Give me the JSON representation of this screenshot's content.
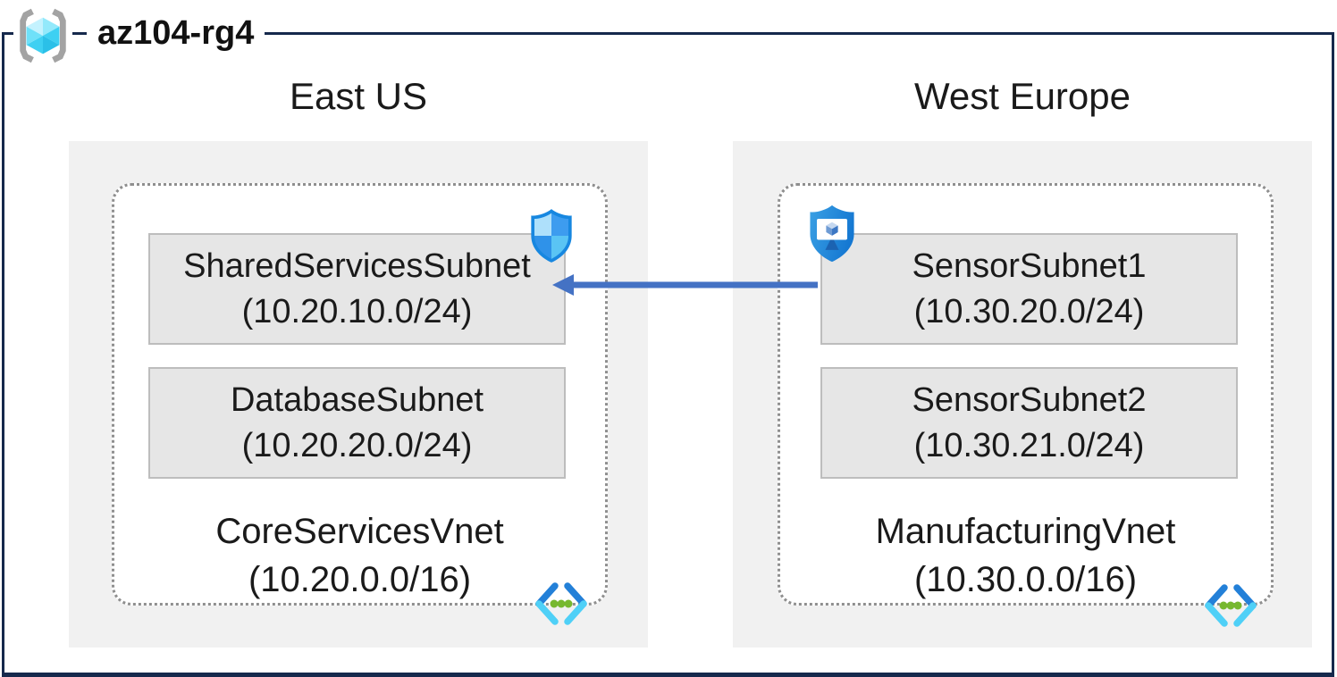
{
  "resource_group": {
    "name": "az104-rg4"
  },
  "regions": [
    {
      "name": "East US",
      "vnet": {
        "name": "CoreServicesVnet",
        "cidr": "(10.20.0.0/16)"
      },
      "subnets": [
        {
          "name": "SharedServicesSubnet",
          "cidr": "(10.20.10.0/24)",
          "badge": "network-security-group-shield-icon"
        },
        {
          "name": "DatabaseSubnet",
          "cidr": "(10.20.20.0/24)",
          "badge": ""
        }
      ]
    },
    {
      "name": "West Europe",
      "vnet": {
        "name": "ManufacturingVnet",
        "cidr": "(10.30.0.0/16)"
      },
      "subnets": [
        {
          "name": "SensorSubnet1",
          "cidr": "(10.30.20.0/24)",
          "badge": "application-security-group-shield-icon"
        },
        {
          "name": "SensorSubnet2",
          "cidr": "(10.30.21.0/24)",
          "badge": ""
        }
      ]
    }
  ],
  "connection": {
    "from": "SensorSubnet1",
    "to": "SharedServicesSubnet",
    "direction": "right-to-left",
    "color": "#4472C4"
  },
  "icons": {
    "resource_group": "resource-group-brackets-cube-icon",
    "vnet": "virtual-network-angle-brackets-icon"
  },
  "colors": {
    "frame_border": "#16294C",
    "region_background": "#F1F1F1",
    "subnet_fill": "#E6E6E6",
    "subnet_border": "#BDBDBD",
    "dotted_border": "#8F8F8F",
    "arrow": "#4472C4"
  }
}
